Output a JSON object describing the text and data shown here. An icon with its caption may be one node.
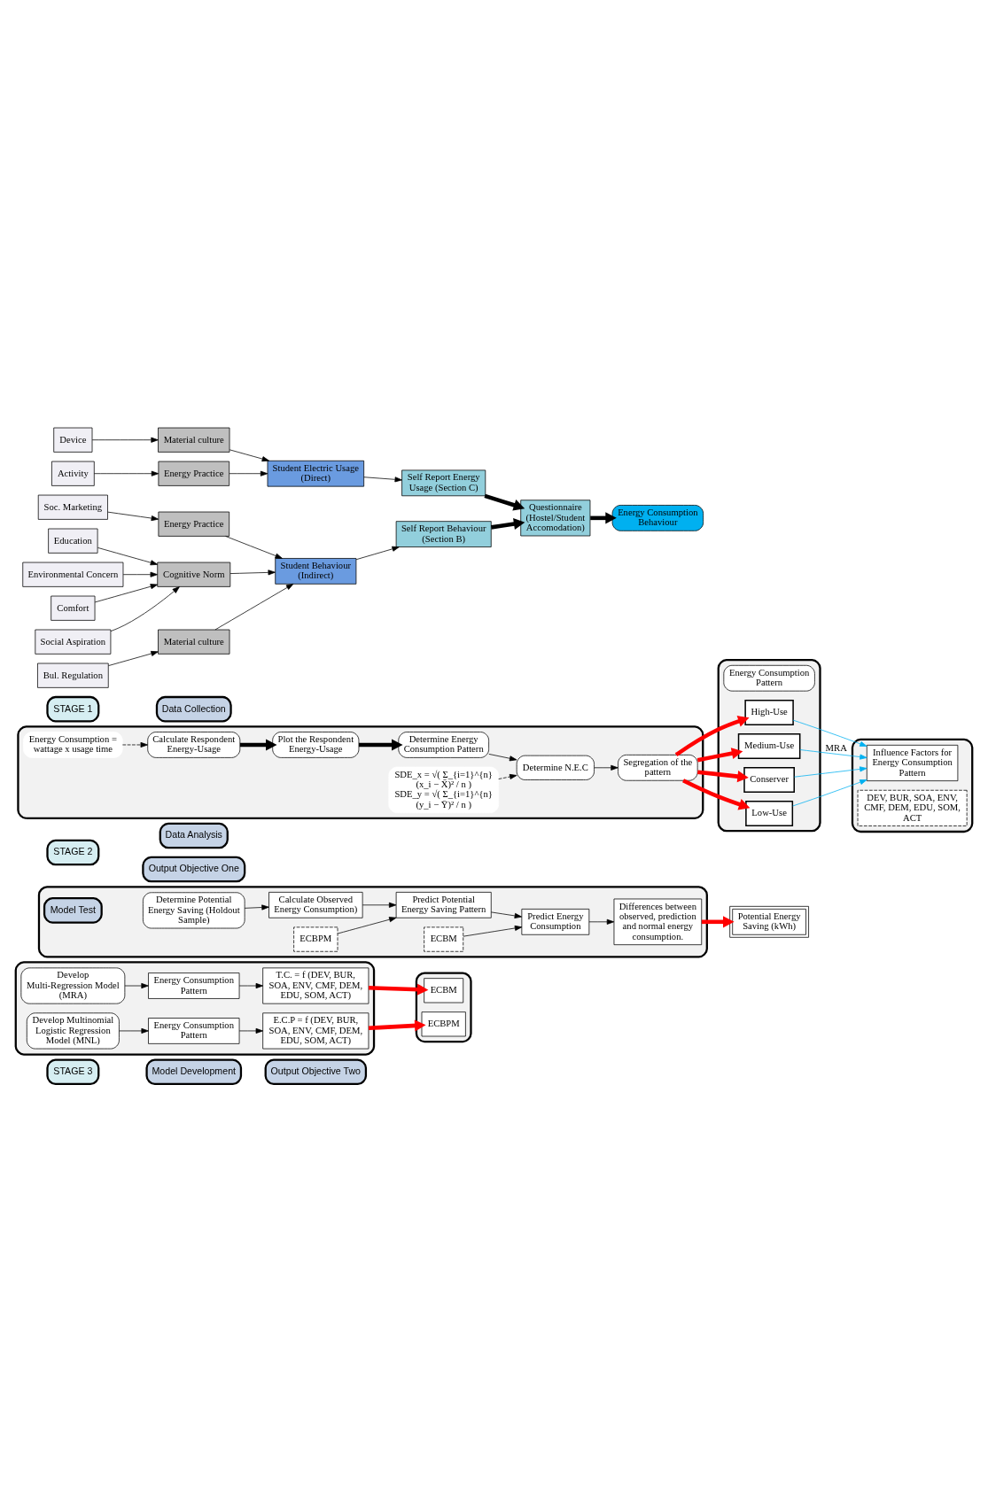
{
  "diagram": {
    "nodes": [
      {
        "text": [
          "STAGE 1"
        ]
      },
      {
        "text": [
          "Data Collection"
        ]
      },
      {
        "text": [
          "Soc. Marketing"
        ]
      },
      {
        "text": [
          "Education"
        ]
      },
      {
        "text": [
          "Environmental Concern"
        ]
      },
      {
        "text": [
          "Comfort"
        ]
      },
      {
        "text": [
          "Social Aspiration"
        ]
      },
      {
        "text": [
          "Bul. Regulation"
        ]
      },
      {
        "text": [
          "Activity"
        ]
      },
      {
        "text": [
          "Device"
        ]
      },
      {
        "text": [
          "Energy Practice"
        ]
      },
      {
        "text": [
          "Cognitive Norm"
        ]
      },
      {
        "text": [
          "Material culture"
        ]
      },
      {
        "text": [
          "Energy Practice"
        ]
      },
      {
        "text": [
          "Material culture"
        ]
      },
      {
        "text": [
          "Student Behaviour (Indirect)"
        ]
      },
      {
        "text": [
          "Student Electric Usage (Direct)"
        ]
      },
      {
        "text": [
          "Self Report Behaviour (Section B)"
        ]
      },
      {
        "text": [
          "Self Report Energy Usage (Section C)"
        ]
      },
      {
        "text": [
          "Questionnaire (Hostel/Student Accomodation)"
        ]
      },
      {
        "text": [
          "Energy Consumption Behaviour"
        ]
      },
      {
        "text": [
          "STAGE 2"
        ]
      },
      {
        "text": [
          "Data Analysis"
        ]
      },
      {
        "text": [
          "Output Objective One"
        ]
      },
      {
        "text": [],
        "shape": "box"
      },
      {
        "text": [
          "Calculate Respondent Energy-Usage"
        ],
        "in": 24
      },
      {
        "text": [
          "Energy Consumption = wattage x usage time"
        ],
        "in": 24
      },
      {
        "text": [
          "SDE_x = √( Σ_{i=1}^{n} (x_i − X̄)² / n )",
          "SDE_y = √( Σ_{i=1}^{n} (y_i − Ȳ)² / n )"
        ],
        "in": 24
      },
      {
        "text": [
          "Plot the Respondent Energy-Usage"
        ],
        "in": 24
      },
      {
        "text": [
          "Determine Energy Consumption Pattern"
        ],
        "in": 24
      },
      {
        "text": [
          "Determine N.E.C"
        ],
        "in": 24
      },
      {
        "text": [
          "Segregation of the pattern"
        ],
        "in": 24
      },
      {
        "text": [],
        "shape": "box"
      },
      {
        "text": [
          "Energy Consumption Pattern"
        ],
        "in": 32
      },
      {
        "text": [
          "High-Use"
        ],
        "in": 32
      },
      {
        "text": [
          "Medium-Use"
        ],
        "in": 32
      },
      {
        "text": [
          "Conserver"
        ],
        "in": 32
      },
      {
        "text": [
          "Low-Use"
        ],
        "in": 32
      },
      {
        "text": [],
        "shape": "box"
      },
      {
        "text": [
          "Influence Factors for Energy Consumption Pattern"
        ],
        "in": 38
      },
      {
        "text": [
          "DEV, BUR, SOA, ENV, CMF, DEM, EDU, SOM, ACT"
        ],
        "in": 38
      },
      {
        "text": [
          "STAGE 3"
        ]
      },
      {
        "text": [
          "Model Development"
        ]
      },
      {
        "text": [
          "Output Objective Two"
        ]
      },
      {
        "text": [],
        "shape": "box"
      },
      {
        "text": [
          "Develop Multi-Regression Model (MRA)"
        ],
        "in": 44
      },
      {
        "text": [
          "Energy Consumption Pattern"
        ],
        "in": 44
      },
      {
        "text": [
          "T.C. = f (DEV, BUR, SOA, ENV, CMF, DEM, EDU, SOM, ACT)"
        ],
        "in": 44
      },
      {
        "text": [
          "Develop Multinomial Logistic Regression Model (MNL)"
        ],
        "in": 44
      },
      {
        "text": [
          "Energy Consumption Pattern"
        ],
        "in": 44
      },
      {
        "text": [
          "E.C.P = f (DEV, BUR, SOA, ENV, CMF, DEM, EDU, SOM, ACT)"
        ],
        "in": 44
      },
      {
        "text": [],
        "shape": "box"
      },
      {
        "text": [
          "ECBM"
        ],
        "in": 51
      },
      {
        "text": [
          "ECBPM"
        ],
        "in": 51
      },
      {
        "text": [],
        "shape": "box"
      },
      {
        "text": [
          "Model Test"
        ],
        "in": 54
      },
      {
        "text": [
          "Determine Potential Energy Saving (Holdout Sample)"
        ],
        "in": 54
      },
      {
        "text": [
          "Calculate Observed Energy Consumption)"
        ],
        "in": 54
      },
      {
        "text": [
          "Predict Potential Energy Saving Pattern"
        ],
        "in": 54
      },
      {
        "text": [
          "Predict Energy Consumption"
        ],
        "in": 54
      },
      {
        "text": [
          "Differences between observed, prediction and normal energy consumption."
        ],
        "in": 54
      },
      {
        "text": [
          "ECBPM"
        ],
        "in": 54
      },
      {
        "text": [
          "ECBM"
        ],
        "in": 54
      },
      {
        "text": [
          "Potential Energy Saving (kWh)"
        ]
      }
    ],
    "edges": [
      {
        "from": 2,
        "to": 10,
        "arrow": "to"
      },
      {
        "from": 3,
        "to": 11,
        "arrow": "to"
      },
      {
        "from": 4,
        "to": 11,
        "arrow": "to"
      },
      {
        "from": 5,
        "to": 11,
        "arrow": "to"
      },
      {
        "from": 6,
        "to": 11,
        "arrow": "to"
      },
      {
        "from": 7,
        "to": 12,
        "arrow": "to"
      },
      {
        "from": 8,
        "to": 13,
        "arrow": "to"
      },
      {
        "from": 9,
        "to": 14,
        "arrow": "to"
      },
      {
        "from": 10,
        "to": 15,
        "arrow": "to"
      },
      {
        "from": 11,
        "to": 15,
        "arrow": "to"
      },
      {
        "from": 12,
        "to": 15,
        "arrow": "to"
      },
      {
        "from": 13,
        "to": 16,
        "arrow": "to"
      },
      {
        "from": 14,
        "to": 16,
        "arrow": "to"
      },
      {
        "from": 15,
        "to": 17,
        "arrow": "to"
      },
      {
        "from": 16,
        "to": 18,
        "arrow": "to"
      },
      {
        "from": 17,
        "to": 19,
        "arrow": "to",
        "style": "thick"
      },
      {
        "from": 18,
        "to": 19,
        "arrow": "to",
        "style": "thick"
      },
      {
        "from": 19,
        "to": 20,
        "arrow": "to",
        "style": "thick"
      },
      {
        "from": 26,
        "to": 25,
        "arrow": "to",
        "style": "dashed"
      },
      {
        "from": 25,
        "to": 28,
        "arrow": "to",
        "style": "thick"
      },
      {
        "from": 28,
        "to": 29,
        "arrow": "to",
        "style": "thick"
      },
      {
        "from": 29,
        "to": 30,
        "arrow": "to"
      },
      {
        "from": 27,
        "to": 30,
        "arrow": "to",
        "style": "dashed"
      },
      {
        "from": 30,
        "to": 31,
        "arrow": "to"
      },
      {
        "from": 31,
        "to": 34,
        "arrow": "to",
        "style": "thick",
        "color": "#ff0000"
      },
      {
        "from": 31,
        "to": 35,
        "arrow": "to",
        "style": "thick",
        "color": "#ff0000"
      },
      {
        "from": 31,
        "to": 36,
        "arrow": "to",
        "style": "thick",
        "color": "#ff0000"
      },
      {
        "from": 31,
        "to": 37,
        "arrow": "to",
        "style": "thick",
        "color": "#ff0000"
      },
      {
        "from": 34,
        "to": 39,
        "arrow": "to",
        "color": "#00b0f0"
      },
      {
        "from": 35,
        "to": 39,
        "arrow": "to",
        "color": "#00b0f0",
        "label": "MRA"
      },
      {
        "from": 36,
        "to": 39,
        "arrow": "to",
        "color": "#00b0f0"
      },
      {
        "from": 37,
        "to": 39,
        "arrow": "to",
        "color": "#00b0f0"
      },
      {
        "from": 45,
        "to": 46,
        "arrow": "to"
      },
      {
        "from": 46,
        "to": 47,
        "arrow": "to"
      },
      {
        "from": 47,
        "to": 52,
        "arrow": "to",
        "style": "thick",
        "color": "#ff0000"
      },
      {
        "from": 48,
        "to": 49,
        "arrow": "to"
      },
      {
        "from": 49,
        "to": 50,
        "arrow": "to"
      },
      {
        "from": 50,
        "to": 53,
        "arrow": "to",
        "style": "thick",
        "color": "#ff0000"
      },
      {
        "from": 56,
        "to": 57,
        "arrow": "to"
      },
      {
        "from": 57,
        "to": 58,
        "arrow": "to"
      },
      {
        "from": 58,
        "to": 59,
        "arrow": "to"
      },
      {
        "from": 59,
        "to": 60,
        "arrow": "to"
      },
      {
        "from": 60,
        "to": 63,
        "arrow": "to",
        "style": "thick",
        "color": "#ff0000"
      },
      {
        "from": 61,
        "to": 58,
        "arrow": "to"
      },
      {
        "from": 62,
        "to": 59,
        "arrow": "to"
      }
    ]
  }
}
